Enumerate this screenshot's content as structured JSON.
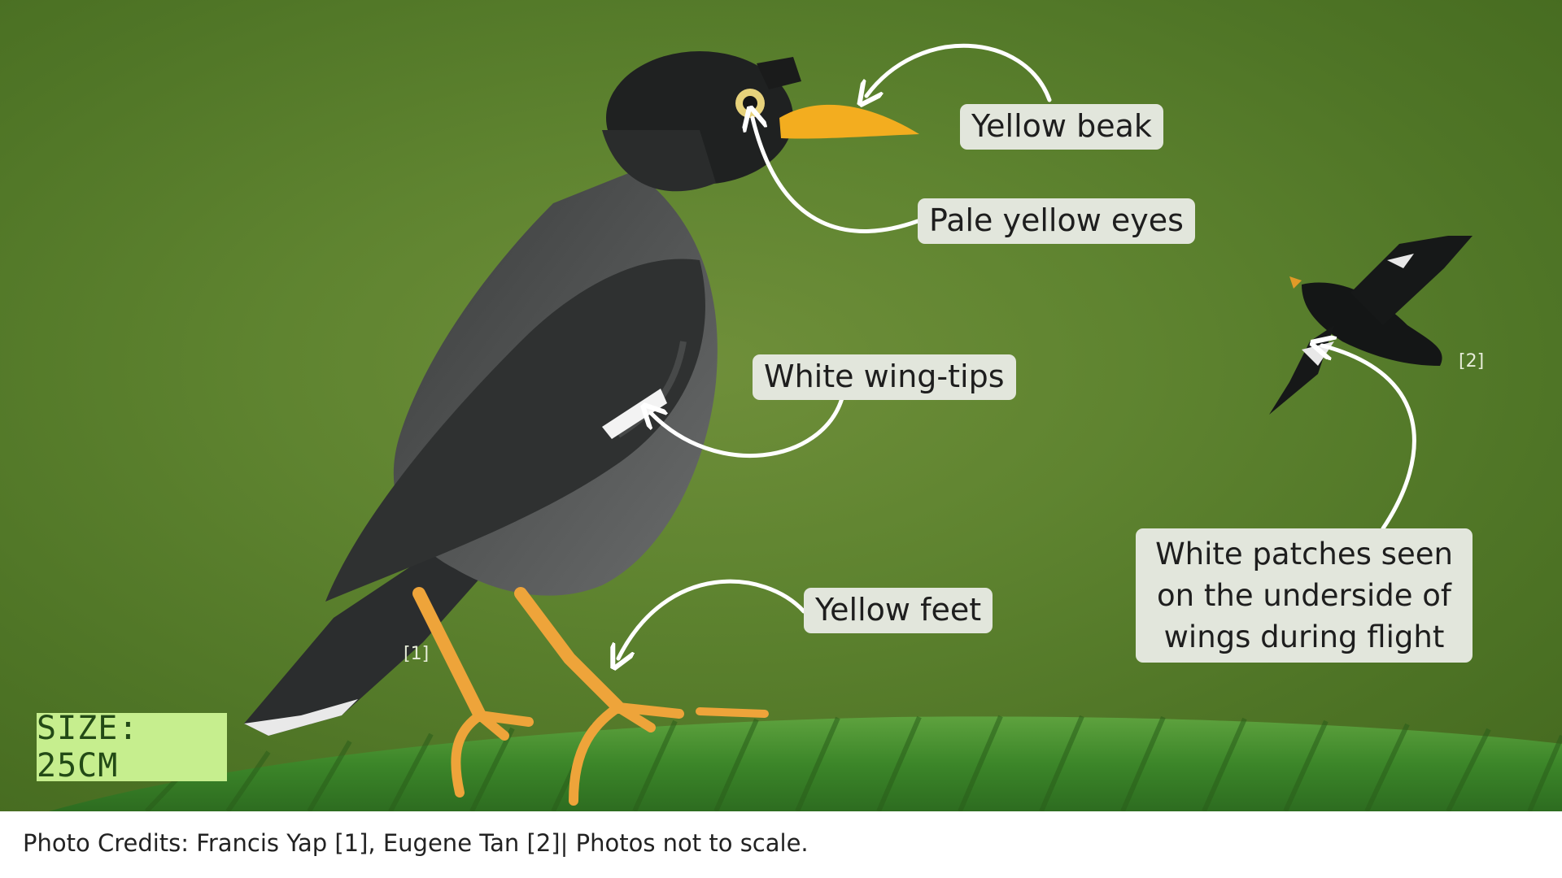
{
  "callouts": {
    "yellow_beak": "Yellow beak",
    "pale_yellow_eyes": "Pale yellow eyes",
    "white_wing_tips": "White wing-tips",
    "yellow_feet": "Yellow feet",
    "white_patches": "White patches seen on the underside of wings during flight"
  },
  "photo_refs": {
    "main": "[1]",
    "flight": "[2]"
  },
  "size_badge": "SIZE: 25CM",
  "credits": "Photo Credits: Francis Yap [1], Eugene Tan [2]| Photos not to scale.",
  "colors": {
    "background_green": "#5a7f2c",
    "callout_bg": "#e2e6dc",
    "size_badge_bg": "#c6ee8e",
    "size_badge_text": "#234a16",
    "beak": "#f3ad1f",
    "feet": "#eea43a",
    "leaf": "#3e8a2a"
  }
}
